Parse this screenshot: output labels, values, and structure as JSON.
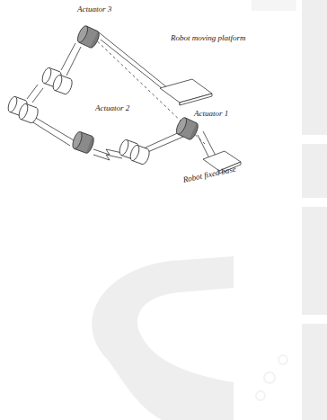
{
  "diagram": {
    "labels": [
      "Actuator 3",
      "Robot moving platform",
      "Actuator 2",
      "Actuator 1",
      "Robot fixed base"
    ]
  }
}
